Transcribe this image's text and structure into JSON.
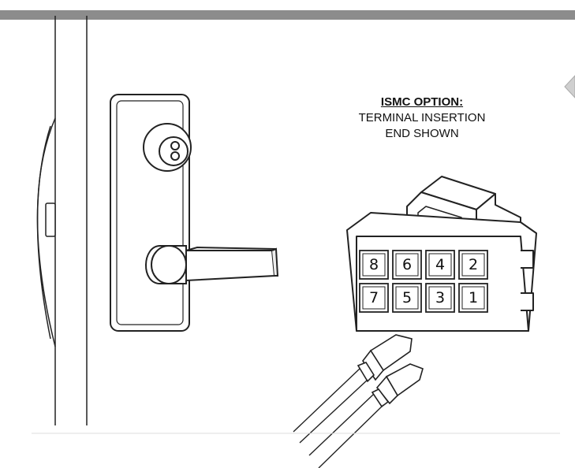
{
  "diagram": {
    "caption": {
      "heading": "ISMC OPTION:",
      "line1": "TERMINAL INSERTION",
      "line2": "END SHOWN"
    },
    "connector_pins": {
      "top_row": [
        "8",
        "6",
        "4",
        "2"
      ],
      "bottom_row": [
        "7",
        "5",
        "3",
        "1"
      ]
    },
    "colors": {
      "header_bar": "#8c8c8c",
      "line": "#222222",
      "background": "#ffffff"
    },
    "icons": [
      "lever-trim",
      "key-cylinder",
      "lever-handle",
      "door-edge",
      "connector-housing",
      "terminal-pin"
    ]
  }
}
